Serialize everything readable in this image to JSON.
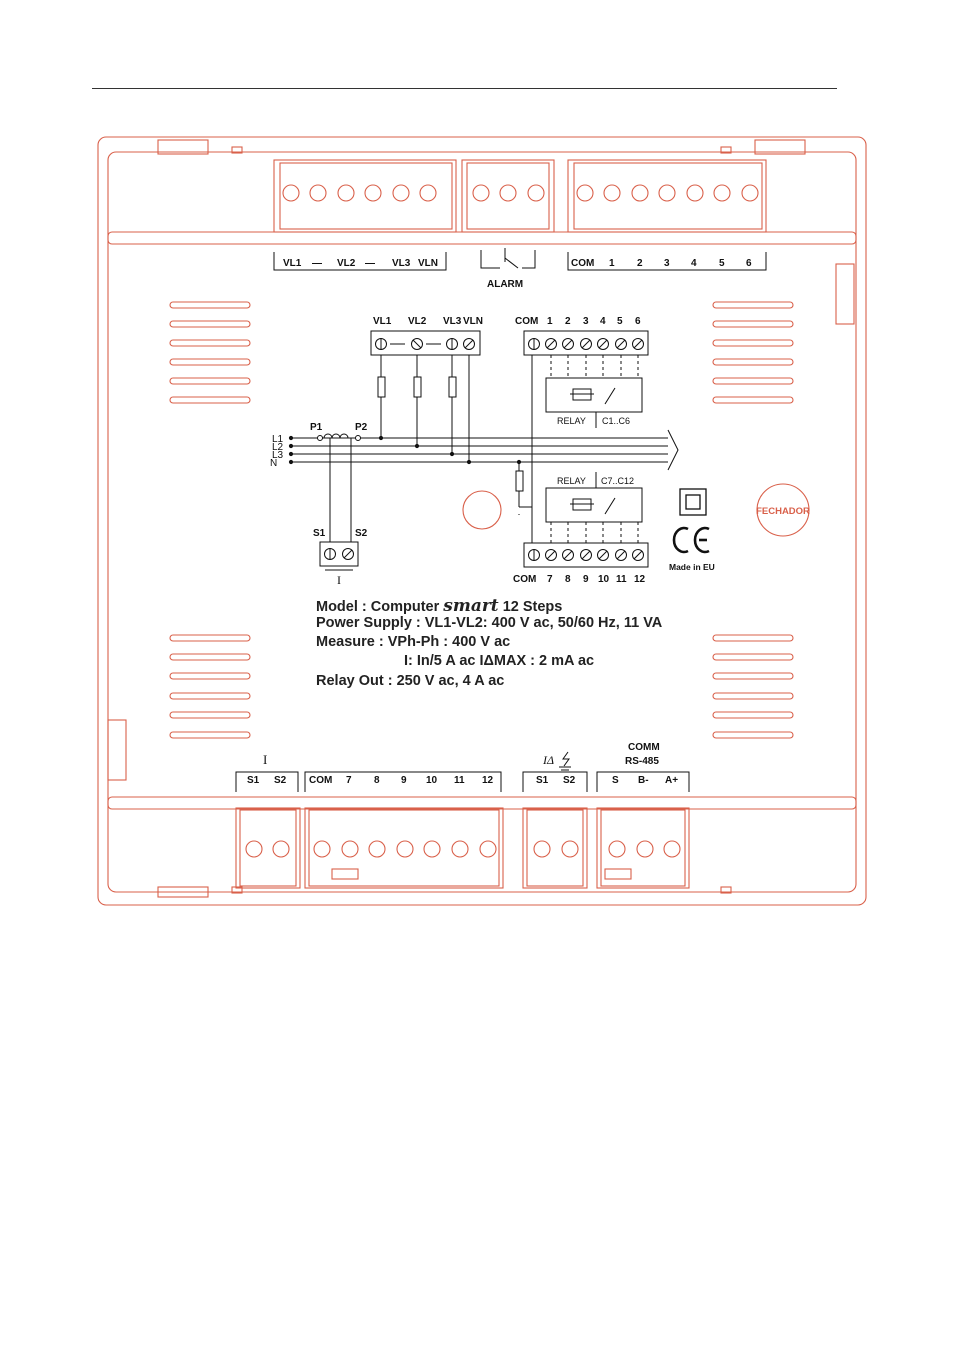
{
  "colors": {
    "housing": "#d9604a",
    "wiring": "#111111",
    "text": "#222222"
  },
  "top_terminals": {
    "voltage": {
      "v1": "VL1",
      "dash": "—",
      "v2": "VL2",
      "v3": "VL3",
      "vn": "VLN"
    },
    "alarm_label": "ALARM",
    "outputs": [
      "COM",
      "1",
      "2",
      "3",
      "4",
      "5",
      "6"
    ]
  },
  "schematic": {
    "voltage_block": {
      "v1": "VL1",
      "v2": "VL2",
      "v3": "VL3",
      "vn": "VLN"
    },
    "relay_block_top": {
      "labels": [
        "COM",
        "1",
        "2",
        "3",
        "4",
        "5",
        "6"
      ],
      "relay": "RELAY",
      "range": "C1..C6"
    },
    "relay_block_bottom": {
      "labels": [
        "COM",
        "7",
        "8",
        "9",
        "10",
        "11",
        "12"
      ],
      "relay": "RELAY",
      "range": "C7..C12"
    },
    "lines": [
      "L1",
      "L2",
      "L3",
      "N"
    ],
    "ct": {
      "p1": "P1",
      "p2": "P2",
      "s1": "S1",
      "s2": "S2",
      "symbol": "I"
    }
  },
  "marks": {
    "seal": "FECHADOR",
    "ce": "CE",
    "made_in": "Made in EU",
    "double_insulation": "double-square-icon"
  },
  "specs": {
    "model_prefix": "Model : Computer ",
    "model_brand": "smart",
    "model_suffix": " 12 Steps",
    "power_supply": "Power Supply : VL1-VL2: 400 V ac, 50/60 Hz, 11 VA",
    "measure_v": "Measure : VPh-Ph : 400 V ac",
    "measure_i": "I: In/5 A ac  IΔMAX  : 2 mA ac",
    "relay_out": "Relay Out : 250 V ac, 4 A ac"
  },
  "bottom_terminals": {
    "current": {
      "symbol": "I",
      "s1": "S1",
      "s2": "S2"
    },
    "outputs": [
      "COM",
      "7",
      "8",
      "9",
      "10",
      "11",
      "12"
    ],
    "leakage": {
      "symbol": "IΔ",
      "s1": "S1",
      "s2": "S2"
    },
    "comm": {
      "title": "COMM",
      "protocol": "RS-485",
      "pins": [
        "S",
        "B-",
        "A+"
      ]
    }
  }
}
